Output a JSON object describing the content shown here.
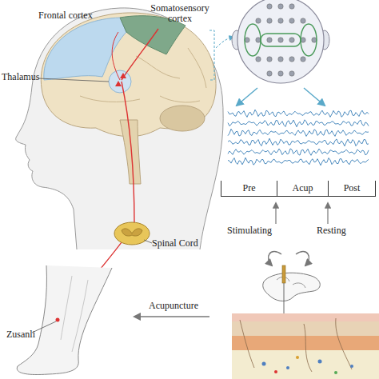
{
  "diagram": {
    "nodes": [
      {
        "text": [
          "Pre"
        ]
      },
      {
        "text": [
          "Acup"
        ]
      },
      {
        "text": [
          "Post"
        ]
      }
    ],
    "labels": [
      "Frontal cortex",
      "Somatosensory cortex",
      "Thalamus",
      "Spinal Cord",
      "Zusanli",
      "Acupuncture",
      "Stimulating",
      "Resting"
    ]
  }
}
